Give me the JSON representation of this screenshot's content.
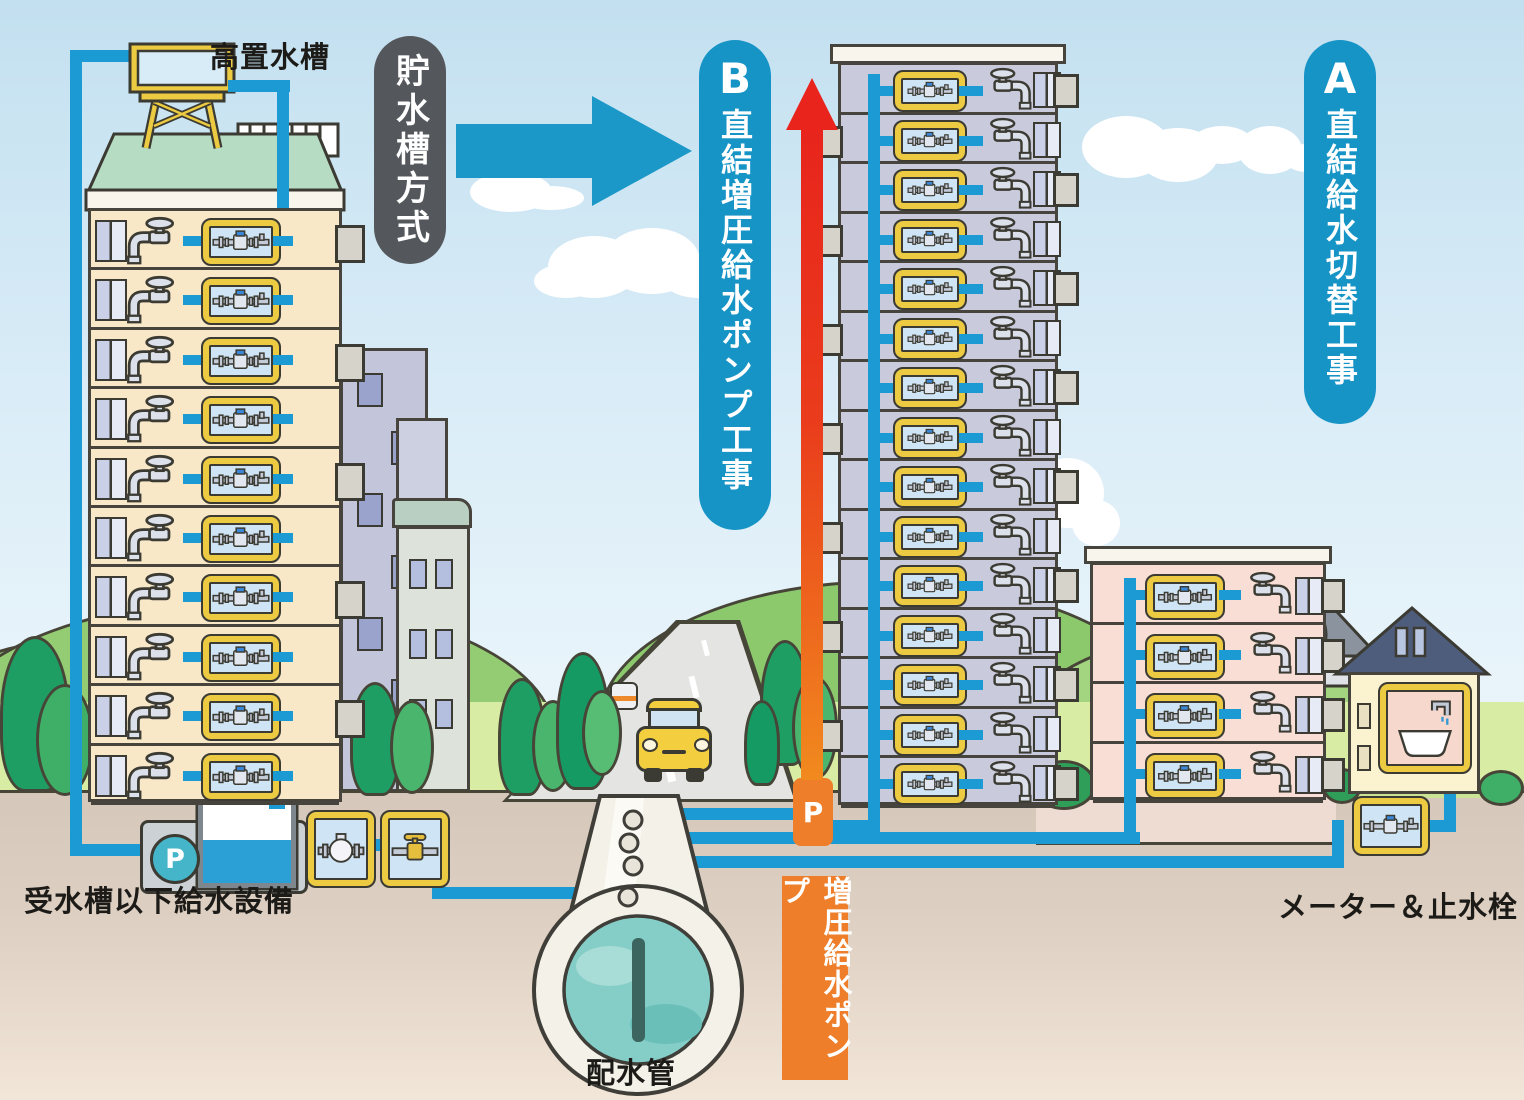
{
  "labels": {
    "elevated_tank": "高置水槽",
    "storage_tank_method": "貯水槽方式",
    "plan_b_letter": "B",
    "plan_b_title": "直結増圧給水ポンプ工事",
    "plan_a_letter": "A",
    "plan_a_title": "直結給水切替工事",
    "receiving_tank_equipment": "受水槽以下給水設備",
    "distribution_pipe": "配水管",
    "booster_pump": "増圧給水ポンプ",
    "meter_stopcock": "メーター＆止水栓",
    "receiving_pump_symbol": "P",
    "booster_pump_symbol": "P"
  },
  "colors": {
    "pipe_blue": "#1b9ad4",
    "label_pill_blue": "#1794c6",
    "method_pill_gray": "#54585c",
    "pump_orange": "#ee7e2a",
    "arrow_red_top": "#e8241c",
    "arrow_orange_bottom": "#f18a1e",
    "meter_frame_yellow": "#ecca41",
    "pipe_interior_teal": "#85cdc7"
  },
  "buildings": {
    "left_tank_building_floors": 10,
    "middle_highrise_floors": 15,
    "right_lowrise_floors": 4
  }
}
